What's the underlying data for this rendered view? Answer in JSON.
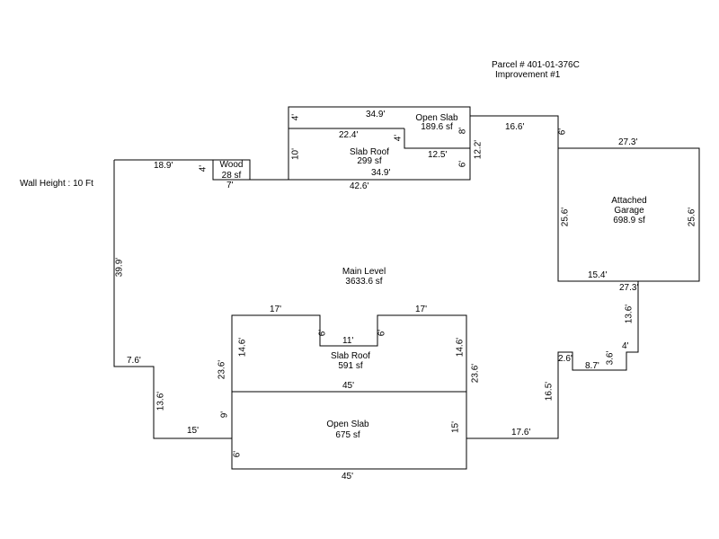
{
  "header": {
    "parcel": "Parcel # 401-01-376C",
    "improvement": "Improvement #1"
  },
  "wall_height": "Wall Height : 10 Ft",
  "areas": {
    "main": {
      "name": "Main Level",
      "area": "3633.6 sf"
    },
    "open_slab_top": {
      "name": "Open Slab",
      "area": "189.6 sf"
    },
    "slab_roof_top": {
      "name": "Slab Roof",
      "area": "299 sf"
    },
    "wood": {
      "name": "Wood",
      "area": "28 sf"
    },
    "garage": {
      "name_line1": "Attached",
      "name_line2": "Garage",
      "area": "698.9 sf"
    },
    "slab_roof_bottom": {
      "name": "Slab Roof",
      "area": "591 sf"
    },
    "open_slab_bottom": {
      "name": "Open Slab",
      "area": "675 sf"
    }
  },
  "dims": {
    "d_18_9": "18.9'",
    "d_4_wood": "4'",
    "d_7": "7'",
    "d_42_6": "42.6'",
    "d_4_top": "4'",
    "d_34_9_top": "34.9'",
    "d_8": "8'",
    "d_22_4": "22.4'",
    "d_4_inner": "4'",
    "d_10": "10'",
    "d_12_5": "12.5'",
    "d_6_inner": "6'",
    "d_34_9_bottom": "34.9'",
    "d_12_2": "12.2'",
    "d_16_6": "16.6'",
    "d_6_gar": "6'",
    "d_27_3_top": "27.3'",
    "d_25_6_left": "25.6'",
    "d_25_6_right": "25.6'",
    "d_15_4": "15.4'",
    "d_27_3_bottom": "27.3'",
    "d_13_6_right": "13.6'",
    "d_4_step": "4'",
    "d_3_6": "3.6'",
    "d_8_7": "8.7'",
    "d_2_6": "2.6'",
    "d_16_5": "16.5'",
    "d_17_6": "17.6'",
    "d_39_9": "39.9'",
    "d_7_6": "7.6'",
    "d_13_6_left": "13.6'",
    "d_15": "15'",
    "d_17_left": "17'",
    "d_17_right": "17'",
    "d_6_notch_left": "6'",
    "d_6_notch_right": "6'",
    "d_11": "11'",
    "d_14_6_left": "14.6'",
    "d_14_6_right": "14.6'",
    "d_23_6_left": "23.6'",
    "d_23_6_right": "23.6'",
    "d_45_mid": "45'",
    "d_9": "9'",
    "d_15_slab": "15'",
    "d_6_slab": "6'",
    "d_45_bottom": "45'"
  }
}
